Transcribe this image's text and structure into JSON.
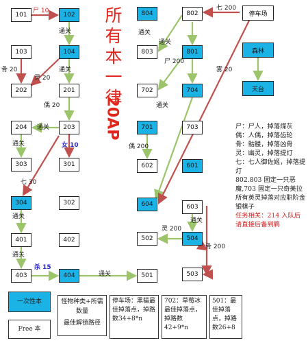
{
  "title": {
    "vertical": "所有本一律",
    "ap": "20AP"
  },
  "rooms": [
    {
      "id": "101",
      "label": "101",
      "cyan": false
    },
    {
      "id": "102",
      "label": "102",
      "cyan": true
    },
    {
      "id": "103",
      "label": "103",
      "cyan": false
    },
    {
      "id": "104",
      "label": "104",
      "cyan": true
    },
    {
      "id": "201",
      "label": "201",
      "cyan": false
    },
    {
      "id": "202",
      "label": "202",
      "cyan": false
    },
    {
      "id": "203",
      "label": "203",
      "cyan": false
    },
    {
      "id": "204",
      "label": "204",
      "cyan": false
    },
    {
      "id": "303",
      "label": "303",
      "cyan": false
    },
    {
      "id": "301",
      "label": "301",
      "cyan": false
    },
    {
      "id": "304",
      "label": "304",
      "cyan": true
    },
    {
      "id": "302",
      "label": "302",
      "cyan": false
    },
    {
      "id": "401",
      "label": "401",
      "cyan": false
    },
    {
      "id": "402",
      "label": "402",
      "cyan": false
    },
    {
      "id": "403",
      "label": "403",
      "cyan": false
    },
    {
      "id": "404",
      "label": "404",
      "cyan": true
    },
    {
      "id": "501",
      "label": "501",
      "cyan": false
    },
    {
      "id": "804",
      "label": "804",
      "cyan": true
    },
    {
      "id": "803",
      "label": "803",
      "cyan": false
    },
    {
      "id": "802",
      "label": "802",
      "cyan": false
    },
    {
      "id": "801",
      "label": "801",
      "cyan": true
    },
    {
      "id": "702",
      "label": "702",
      "cyan": false
    },
    {
      "id": "704",
      "label": "704",
      "cyan": true
    },
    {
      "id": "701",
      "label": "701",
      "cyan": true
    },
    {
      "id": "703",
      "label": "703",
      "cyan": false
    },
    {
      "id": "602",
      "label": "602",
      "cyan": false
    },
    {
      "id": "601",
      "label": "601",
      "cyan": true
    },
    {
      "id": "604",
      "label": "604",
      "cyan": true
    },
    {
      "id": "603",
      "label": "603",
      "cyan": false
    },
    {
      "id": "502",
      "label": "502",
      "cyan": false
    },
    {
      "id": "504",
      "label": "504",
      "cyan": true
    },
    {
      "id": "503",
      "label": "503",
      "cyan": false
    },
    {
      "id": "parking",
      "label": "停车场",
      "cyan": false
    },
    {
      "id": "forest",
      "label": "森林",
      "cyan": true
    },
    {
      "id": "balcony",
      "label": "天台",
      "cyan": true
    }
  ],
  "edge_labels": [
    {
      "id": "l1",
      "text": "尸 10",
      "style": "red"
    },
    {
      "id": "l2",
      "text": "通关",
      "style": "plain"
    },
    {
      "id": "l3",
      "text": "通关",
      "style": "plain"
    },
    {
      "id": "l4",
      "text": "骨 20",
      "style": "plain"
    },
    {
      "id": "l5",
      "text": "灵 20",
      "style": "plain"
    },
    {
      "id": "l6",
      "text": "偶 20",
      "style": "plain"
    },
    {
      "id": "l7",
      "text": "通关",
      "style": "plain"
    },
    {
      "id": "l8",
      "text": "通关",
      "style": "plain"
    },
    {
      "id": "l9",
      "text": "女 10",
      "style": "blue"
    },
    {
      "id": "l10",
      "text": "七 30",
      "style": "plain"
    },
    {
      "id": "l11",
      "text": "通关",
      "style": "plain"
    },
    {
      "id": "l12",
      "text": "通关",
      "style": "plain"
    },
    {
      "id": "l13",
      "text": "杀 15",
      "style": "blue"
    },
    {
      "id": "l14",
      "text": "通关",
      "style": "plain"
    },
    {
      "id": "l15",
      "text": "七 200",
      "style": "plain"
    },
    {
      "id": "l16",
      "text": "通关",
      "style": "plain"
    },
    {
      "id": "l17",
      "text": "通关",
      "style": "plain"
    },
    {
      "id": "l18",
      "text": "尸 200",
      "style": "plain"
    },
    {
      "id": "l19",
      "text": "雾 20",
      "style": "plain"
    },
    {
      "id": "l20",
      "text": "通关",
      "style": "plain"
    },
    {
      "id": "l21",
      "text": "偶 200",
      "style": "plain"
    },
    {
      "id": "l22",
      "text": "通关",
      "style": "plain"
    },
    {
      "id": "l23",
      "text": "灵 200",
      "style": "plain"
    },
    {
      "id": "l24",
      "text": "骨 200",
      "style": "plain"
    }
  ],
  "notes": [
    {
      "text": "尸：尸人，掉落煤灰",
      "red": false
    },
    {
      "text": "偶：人偶，掉落齿轮",
      "red": false
    },
    {
      "text": "骨：骷髅，掉落凶骨",
      "red": false
    },
    {
      "text": "灵：幽灵，掉落提灯",
      "red": false
    },
    {
      "text": "七：七人御佐姬，掉落提灯",
      "red": false
    },
    {
      "text": "802.803 固定一只恶魔,703 固定一只奇美拉",
      "red": false
    },
    {
      "text": "所有英灵掉落对应职阶金银棋子",
      "red": false
    },
    {
      "text": "任务相关：214 入队后请直接后备到羁",
      "red": true
    }
  ],
  "legend": {
    "once": "一次性本",
    "free": "Free 本",
    "monster_type": "怪物种类+所需数量",
    "unlock_path": "最佳解锁路径",
    "parking_note": "停车场：黑猫最佳掉落点，掉路数34+8*n",
    "r702_note": "702：草莓冰最佳掉落点，掉路数42+9*n",
    "r501_note": "501：最佳掉落点，掉路数26+8"
  },
  "colors": {
    "cyan": "#1bb3e6",
    "green_arrow": "#9cc46b",
    "red_arrow": "#c0504d",
    "title_red": "#e0261d"
  }
}
